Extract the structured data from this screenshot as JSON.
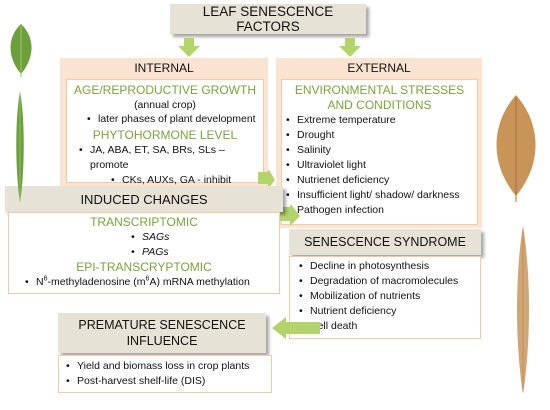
{
  "colors": {
    "green": "#7aa23f",
    "beige": "#e7e2d6",
    "peach": "#fbe3d2",
    "arrow": "#b3d46b",
    "leaf_green": "#6d9f3a",
    "leaf_brown": "#c99458"
  },
  "title": "LEAF SENESCENCE FACTORS",
  "internal": {
    "header": "INTERNAL",
    "age_title": "AGE/REPRODUCTIVE GROWTH",
    "age_sub": "(annual crop)",
    "age_item": "later phases of plant development",
    "phyto_title": "PHYTOHORMONE LEVEL",
    "phyto_items": [
      "JA, ABA, ET, SA, BRs, SLs – promote",
      "CKs, AUXs, GA - inhibit"
    ]
  },
  "external": {
    "header": "EXTERNAL",
    "title_line1": "ENVIRONMENTAL STRESSES",
    "title_line2": "AND CONDITIONS",
    "items": [
      "Extreme temperature",
      "Drought",
      "Salinity",
      "Ultraviolet light",
      "Nutrienet deficiency",
      "Insufficient light/ shadow/ darkness",
      "Pathogen infection"
    ]
  },
  "induced": {
    "header": "INDUCED  CHANGES",
    "transcriptomic": "TRANSCRIPTOMIC",
    "items": [
      "SAGs",
      "PAGs"
    ],
    "epi": "EPI-TRANSCRYPTOMIC",
    "epi_pre": "N",
    "epi_sup": "6",
    "epi_mid": "-methyladenosine (m",
    "epi_sup2": "6",
    "epi_post": "A) mRNA methylation"
  },
  "syndrome": {
    "header": "SENESCENCE SYNDROME",
    "items": [
      "Decline in photosynthesis",
      "Degradation of macromolecules",
      "Mobilization of nutrients",
      "Nutrient deficiency",
      "Cell death"
    ]
  },
  "premature": {
    "header_line1": "PREMATURE SENESCENCE",
    "header_line2": "INFLUENCE",
    "items": [
      "Yield and biomass loss in crop plants",
      "Post-harvest shelf-life (DIS)"
    ]
  }
}
